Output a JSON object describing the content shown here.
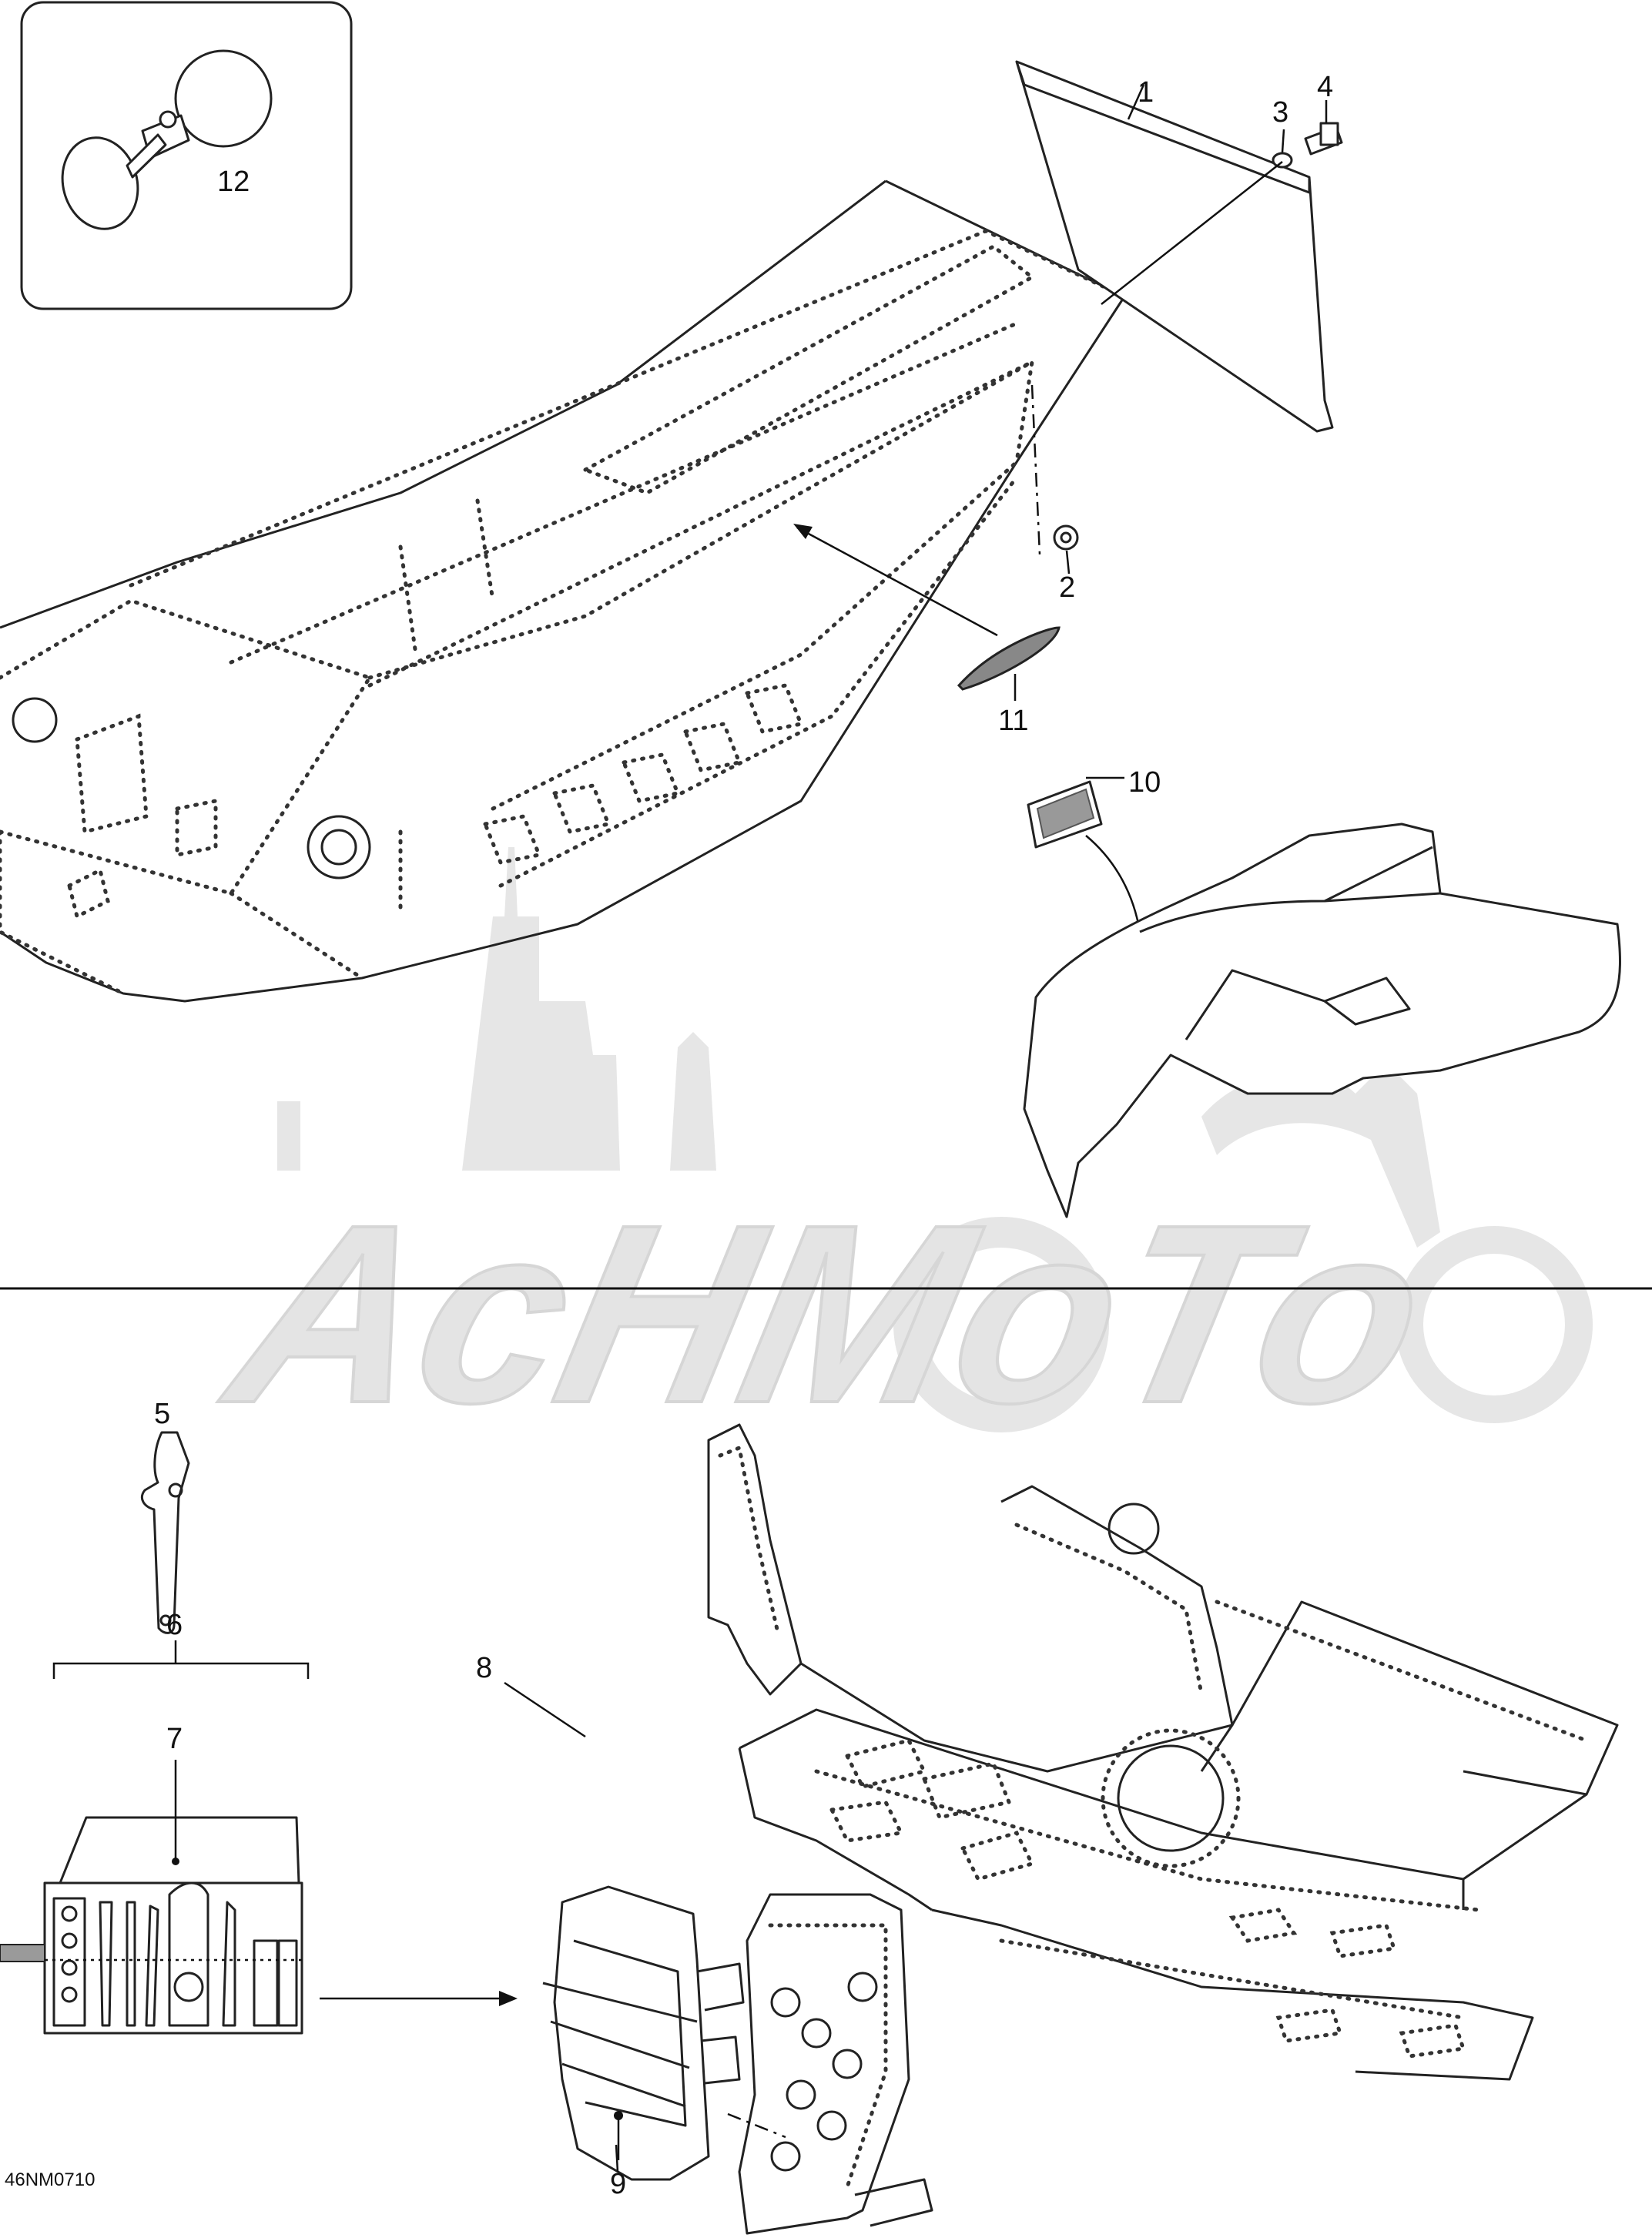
{
  "diagram": {
    "drawing_code": "46NM0710",
    "callouts": [
      "1",
      "2",
      "3",
      "4",
      "5",
      "6",
      "7",
      "8",
      "9",
      "10",
      "11",
      "12"
    ],
    "watermark_text": "AcHMoTo"
  }
}
